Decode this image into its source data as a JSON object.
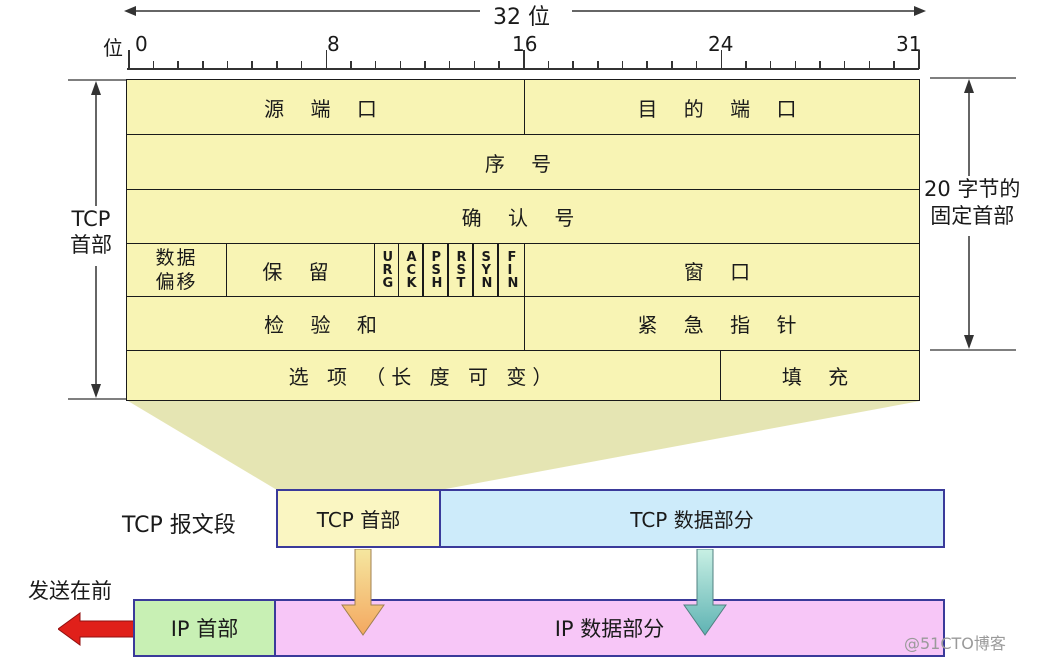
{
  "ruler": {
    "width_label": "32 位",
    "bit_label": "位",
    "bit_numbers": [
      "0",
      "8",
      "16",
      "24",
      "31"
    ]
  },
  "header_fields": {
    "source_port": "源 端 口",
    "dest_port": "目 的 端 口",
    "sequence_number": "序 号",
    "ack_number": "确 认 号",
    "data_offset": "数据\n偏移",
    "reserved": "保 留",
    "flags": [
      "URG",
      "ACK",
      "PSH",
      "RST",
      "SYN",
      "FIN"
    ],
    "window": "窗 口",
    "checksum": "检 验 和",
    "urgent_pointer": "紧 急 指 针",
    "options": "选 项 （长 度 可 变）",
    "padding": "填 充"
  },
  "side_labels": {
    "tcp_header": "TCP\n首部",
    "fixed_header": "20 字节的\n固定首部"
  },
  "segment": {
    "label": "TCP 报文段",
    "header": "TCP 首部",
    "data": "TCP 数据部分"
  },
  "ip_packet": {
    "send_first": "发送在前",
    "header": "IP 首部",
    "data": "IP 数据部分"
  },
  "watermark": "@51CTO博客",
  "colors": {
    "field_fill": "#f8f4b4",
    "tcp_header_fill": "#faf6c2",
    "tcp_data_fill": "#cdebfa",
    "ip_header_fill": "#c8f0b4",
    "ip_data_fill": "#f7c6f7",
    "border_blue": "#3a3a9a",
    "red_arrow": "#e0201a"
  }
}
